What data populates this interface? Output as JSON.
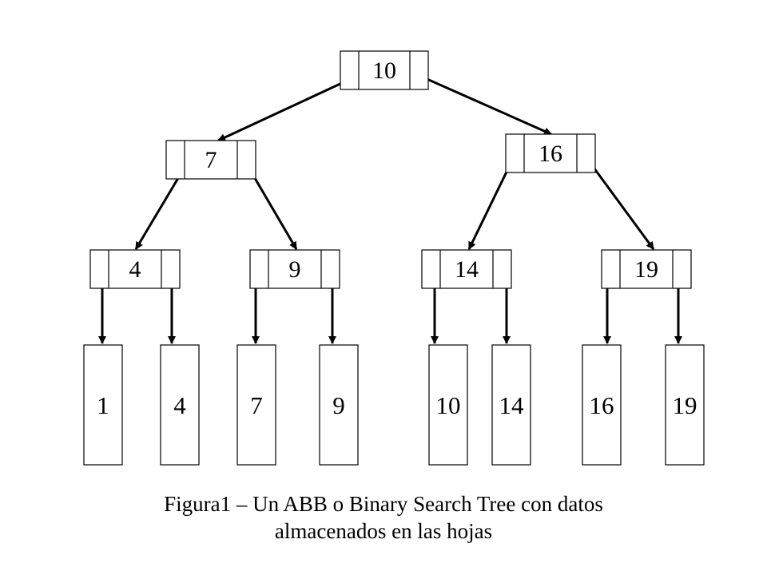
{
  "diagram": {
    "colors": {
      "stroke": "#000000",
      "fill": "#ffffff",
      "text": "#000000"
    },
    "nodes": [
      {
        "id": "n10",
        "label": "10"
      },
      {
        "id": "n7",
        "label": "7"
      },
      {
        "id": "n16",
        "label": "16"
      },
      {
        "id": "n4",
        "label": "4"
      },
      {
        "id": "n9",
        "label": "9"
      },
      {
        "id": "n14",
        "label": "14"
      },
      {
        "id": "n19",
        "label": "19"
      }
    ],
    "leaves": [
      {
        "id": "l1",
        "label": "1"
      },
      {
        "id": "l4",
        "label": "4"
      },
      {
        "id": "l7",
        "label": "7"
      },
      {
        "id": "l9",
        "label": "9"
      },
      {
        "id": "l10",
        "label": "10"
      },
      {
        "id": "l14",
        "label": "14"
      },
      {
        "id": "l16",
        "label": "16"
      },
      {
        "id": "l19",
        "label": "19"
      }
    ],
    "edges": [
      {
        "from": "n10",
        "side": "left",
        "to": "n7"
      },
      {
        "from": "n10",
        "side": "right",
        "to": "n16"
      },
      {
        "from": "n7",
        "side": "left",
        "to": "n4"
      },
      {
        "from": "n7",
        "side": "right",
        "to": "n9"
      },
      {
        "from": "n16",
        "side": "left",
        "to": "n14"
      },
      {
        "from": "n16",
        "side": "right",
        "to": "n19"
      },
      {
        "from": "n4",
        "side": "left",
        "to": "l1"
      },
      {
        "from": "n4",
        "side": "right",
        "to": "l4"
      },
      {
        "from": "n9",
        "side": "left",
        "to": "l7"
      },
      {
        "from": "n9",
        "side": "right",
        "to": "l9"
      },
      {
        "from": "n14",
        "side": "left",
        "to": "l10"
      },
      {
        "from": "n14",
        "side": "right",
        "to": "l14"
      },
      {
        "from": "n19",
        "side": "left",
        "to": "l16"
      },
      {
        "from": "n19",
        "side": "right",
        "to": "l19"
      }
    ]
  },
  "caption": {
    "line1": "Figura1 – Un ABB o  Binary Search Tree con datos",
    "line2": "almacenados en las hojas"
  }
}
